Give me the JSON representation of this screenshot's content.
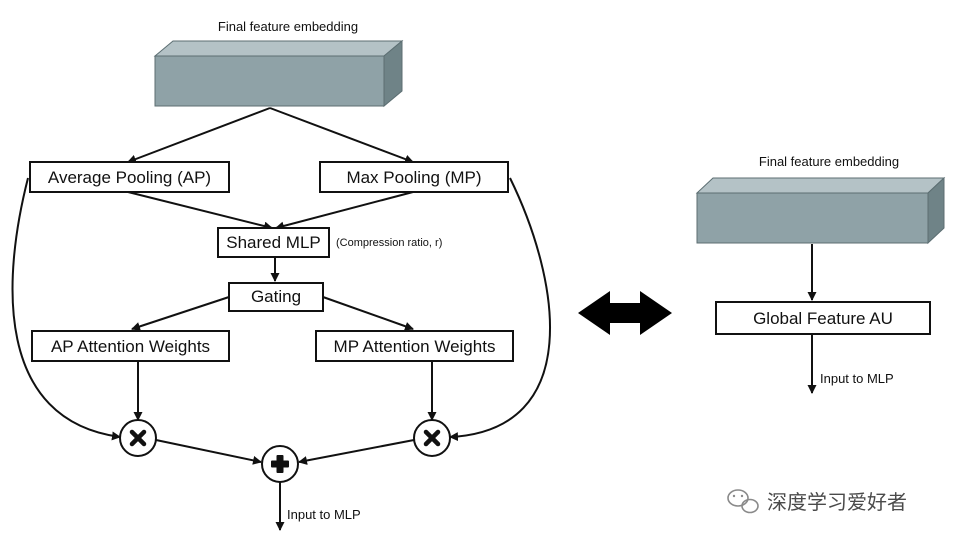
{
  "left": {
    "embedding_label": "Final feature embedding",
    "average_pooling": "Average Pooling (AP)",
    "max_pooling": "Max Pooling (MP)",
    "shared_mlp": "Shared MLP",
    "compression_note": "(Compression ratio, r)",
    "gating": "Gating",
    "ap_attention": "AP Attention Weights",
    "mp_attention": "MP Attention Weights",
    "output_label": "Input to MLP"
  },
  "right": {
    "embedding_label": "Final feature embedding",
    "global_feature": "Global Feature AU",
    "output_label": "Input to MLP"
  },
  "watermark": {
    "text": "深度学习爱好者"
  },
  "colors": {
    "embedding_front": "#8fa2a7",
    "embedding_top": "#b4c2c6",
    "embedding_side": "#6f8387",
    "stroke": "#111111"
  }
}
